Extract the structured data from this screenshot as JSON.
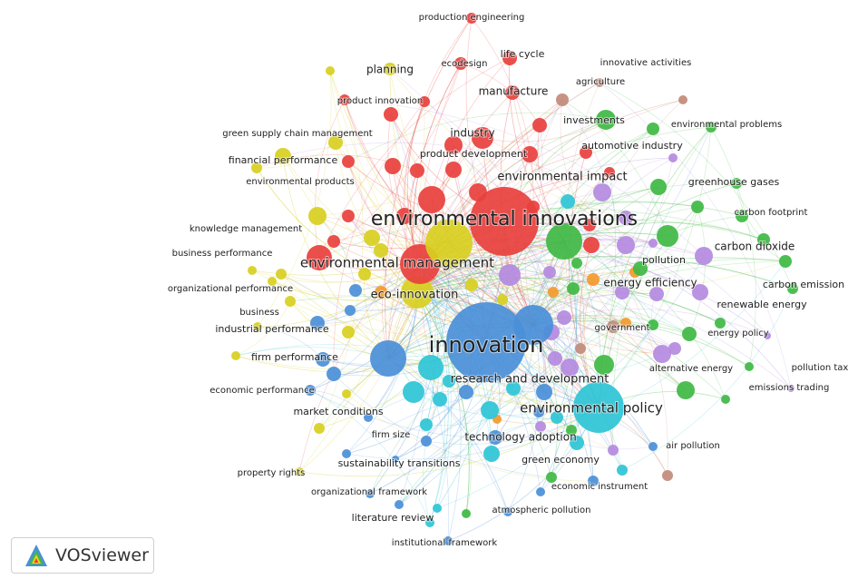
{
  "app": {
    "name": "VOSviewer",
    "logo_icon": "vosviewer-logo-icon"
  },
  "clusters": {
    "red": "#e8403d",
    "yellow": "#d8cf20",
    "blue": "#4a8fd8",
    "green": "#3fb944",
    "purple": "#b48ae0",
    "cyan": "#2ec4d6",
    "orange": "#f29a2e",
    "brown": "#c28a7a"
  },
  "terms": [
    {
      "label": "environmental innovations",
      "cluster": "red"
    },
    {
      "label": "innovation",
      "cluster": "blue"
    },
    {
      "label": "environmental management",
      "cluster": "red"
    },
    {
      "label": "environmental policy",
      "cluster": "cyan"
    },
    {
      "label": "environmental impact",
      "cluster": "red"
    },
    {
      "label": "eco-innovation",
      "cluster": "yellow"
    },
    {
      "label": "research and development",
      "cluster": "blue"
    },
    {
      "label": "energy efficiency",
      "cluster": "green"
    },
    {
      "label": "carbon dioxide",
      "cluster": "green"
    },
    {
      "label": "technology adoption",
      "cluster": "blue"
    },
    {
      "label": "production engineering",
      "cluster": "red"
    },
    {
      "label": "life cycle",
      "cluster": "red"
    },
    {
      "label": "planning",
      "cluster": "yellow"
    },
    {
      "label": "ecodesign",
      "cluster": "red"
    },
    {
      "label": "innovative activities",
      "cluster": "green"
    },
    {
      "label": "agriculture",
      "cluster": "brown"
    },
    {
      "label": "manufacture",
      "cluster": "red"
    },
    {
      "label": "product innovation",
      "cluster": "red"
    },
    {
      "label": "investments",
      "cluster": "green"
    },
    {
      "label": "environmental problems",
      "cluster": "green"
    },
    {
      "label": "green supply chain management",
      "cluster": "yellow"
    },
    {
      "label": "industry",
      "cluster": "red"
    },
    {
      "label": "automotive industry",
      "cluster": "purple"
    },
    {
      "label": "financial performance",
      "cluster": "yellow"
    },
    {
      "label": "product development",
      "cluster": "red"
    },
    {
      "label": "environmental products",
      "cluster": "yellow"
    },
    {
      "label": "greenhouse gases",
      "cluster": "green"
    },
    {
      "label": "carbon footprint",
      "cluster": "green"
    },
    {
      "label": "knowledge management",
      "cluster": "yellow"
    },
    {
      "label": "business performance",
      "cluster": "yellow"
    },
    {
      "label": "pollution",
      "cluster": "purple"
    },
    {
      "label": "carbon emission",
      "cluster": "green"
    },
    {
      "label": "organizational performance",
      "cluster": "yellow"
    },
    {
      "label": "renewable energy",
      "cluster": "green"
    },
    {
      "label": "business",
      "cluster": "yellow"
    },
    {
      "label": "government",
      "cluster": "brown"
    },
    {
      "label": "industrial performance",
      "cluster": "yellow"
    },
    {
      "label": "energy policy",
      "cluster": "purple"
    },
    {
      "label": "firm performance",
      "cluster": "yellow"
    },
    {
      "label": "alternative energy",
      "cluster": "green"
    },
    {
      "label": "pollution tax",
      "cluster": "purple"
    },
    {
      "label": "economic performance",
      "cluster": "blue"
    },
    {
      "label": "emissions trading",
      "cluster": "purple"
    },
    {
      "label": "market conditions",
      "cluster": "blue"
    },
    {
      "label": "firm size",
      "cluster": "blue"
    },
    {
      "label": "air pollution",
      "cluster": "purple"
    },
    {
      "label": "sustainability transitions",
      "cluster": "blue"
    },
    {
      "label": "green economy",
      "cluster": "green"
    },
    {
      "label": "property rights",
      "cluster": "yellow"
    },
    {
      "label": "economic instrument",
      "cluster": "cyan"
    },
    {
      "label": "organizational framework",
      "cluster": "blue"
    },
    {
      "label": "atmospheric pollution",
      "cluster": "blue"
    },
    {
      "label": "literature review",
      "cluster": "blue"
    },
    {
      "label": "institutional framework",
      "cluster": "blue"
    }
  ]
}
